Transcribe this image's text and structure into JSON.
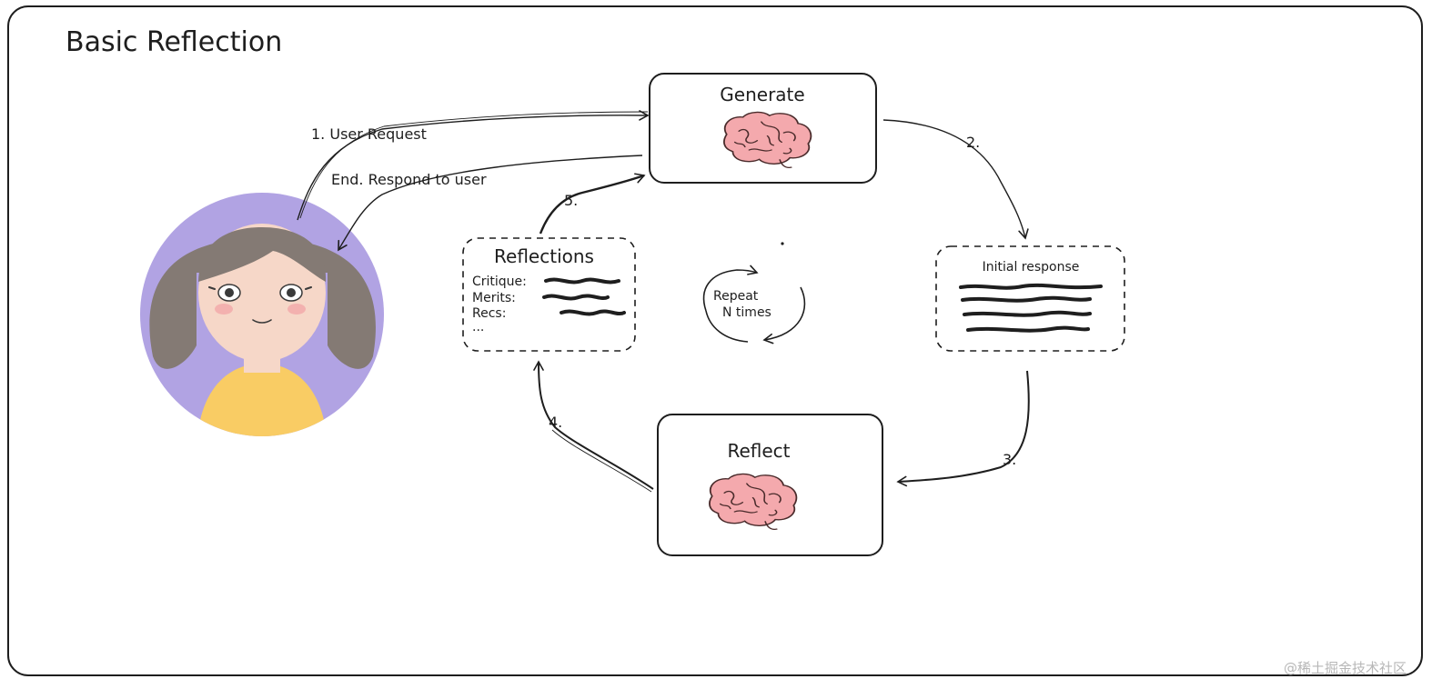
{
  "diagram": {
    "title": "Basic Reflection",
    "nodes": {
      "generate": {
        "label": "Generate",
        "icon": "brain-icon"
      },
      "initial_response": {
        "label": "Initial response"
      },
      "reflect": {
        "label": "Reflect",
        "icon": "brain-icon"
      },
      "reflections": {
        "label": "Reflections",
        "rows": [
          "Critique:",
          "Merits:",
          "Recs:",
          "..."
        ]
      },
      "user": {
        "icon": "user-avatar"
      }
    },
    "edges": {
      "user_request": "1. User Request",
      "respond": "End. Respond to user",
      "step2": "2.",
      "step3": "3.",
      "step4": "4.",
      "step5": "5."
    },
    "loop": {
      "line1": "Repeat",
      "line2": "N times"
    },
    "watermark": "@稀土掘金技术社区"
  },
  "colors": {
    "ink": "#1e1e1e",
    "brain": "#f4a9ad",
    "avatar_bg": "#b1a3e3",
    "hair": "#847a74",
    "skin": "#f6d7c8",
    "shirt": "#f9cc64"
  }
}
